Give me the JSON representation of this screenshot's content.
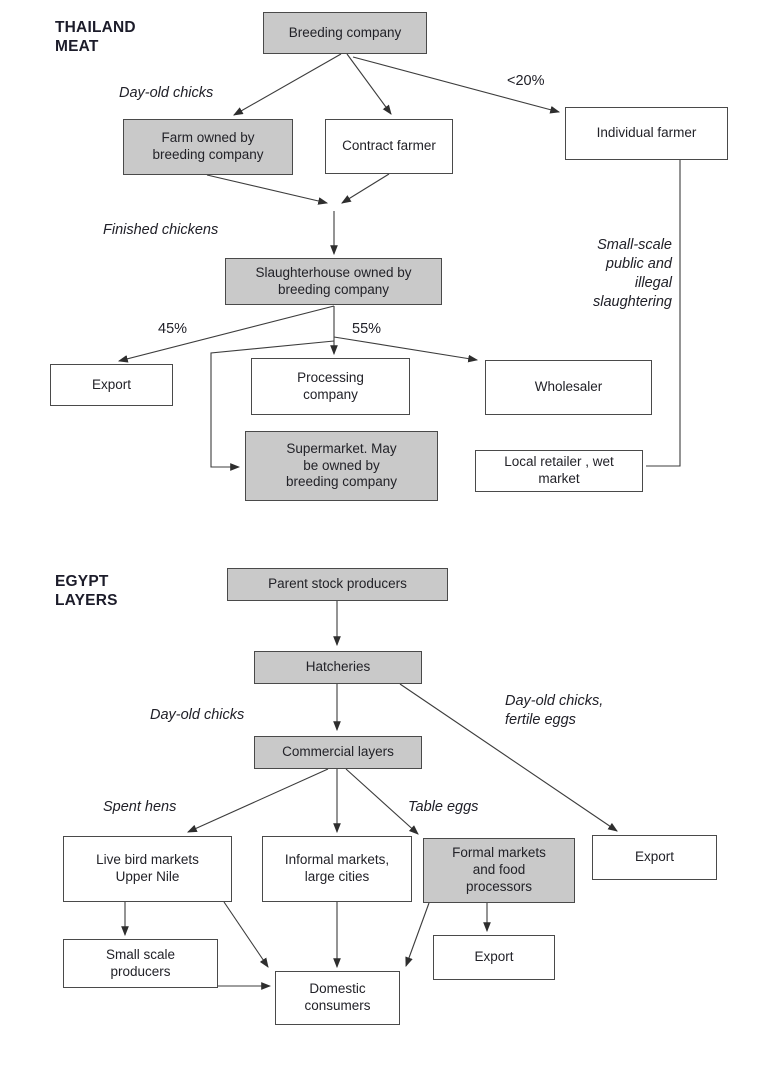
{
  "page": {
    "background": "#ffffff",
    "box_shaded_fill": "#c9c9c9",
    "box_plain_fill": "#ffffff",
    "box_border": "#4a4a4a",
    "line_color": "#3c3c3c",
    "text_color": "#222228"
  },
  "thailand": {
    "title": "THAILAND\nMEAT",
    "nodes": {
      "breeding_company": "Breeding company",
      "farm_owned": "Farm owned by\nbreeding company",
      "contract_farmer": "Contract farmer",
      "individual_farmer": "Individual farmer",
      "slaughterhouse": "Slaughterhouse owned by\nbreeding company",
      "export": "Export",
      "processing_company": "Processing\ncompany",
      "wholesaler": "Wholesaler",
      "supermarket": "Supermarket. May\nbe owned by\nbreeding company",
      "local_retailer": "Local retailer , wet\nmarket"
    },
    "labels": {
      "day_old_chicks": "Day-old chicks",
      "under_20_pct": "<20%",
      "finished_chickens": "Finished chickens",
      "pct_45": "45%",
      "pct_55": "55%",
      "small_scale_slaughtering": "Small-scale\npublic and\nillegal\nslaughtering"
    },
    "edges": [
      {
        "from": "Breeding company",
        "to": "Farm owned by breeding company",
        "label": "Day-old chicks"
      },
      {
        "from": "Breeding company",
        "to": "Contract farmer",
        "label": "Day-old chicks"
      },
      {
        "from": "Breeding company",
        "to": "Individual farmer",
        "label": "<20%"
      },
      {
        "from": "Farm owned by breeding company",
        "to": "Slaughterhouse owned by breeding company",
        "label": "Finished chickens"
      },
      {
        "from": "Contract farmer",
        "to": "Slaughterhouse owned by breeding company",
        "label": "Finished chickens"
      },
      {
        "from": "Slaughterhouse owned by breeding company",
        "to": "Export",
        "label": "45%"
      },
      {
        "from": "Slaughterhouse owned by breeding company",
        "to": "Processing company",
        "label": "55%"
      },
      {
        "from": "Slaughterhouse owned by breeding company",
        "to": "Wholesaler",
        "label": ""
      },
      {
        "from": "Slaughterhouse owned by breeding company",
        "to": "Supermarket. May be owned by breeding company",
        "label": ""
      },
      {
        "from": "Individual farmer",
        "to": "Local retailer , wet market",
        "label": "Small-scale public and illegal slaughtering"
      }
    ]
  },
  "egypt": {
    "title": "EGYPT\nLAYERS",
    "nodes": {
      "parent_stock": "Parent stock producers",
      "hatcheries": "Hatcheries",
      "commercial_layers": "Commercial layers",
      "live_bird_markets": "Live bird markets\nUpper Nile",
      "informal_markets": "Informal markets,\nlarge cities",
      "formal_markets": "Formal markets\nand food\nprocessors",
      "export_right": "Export",
      "export_mid": "Export",
      "small_scale_producers": "Small scale\nproducers",
      "domestic_consumers": "Domestic\nconsumers"
    },
    "labels": {
      "day_old_chicks": "Day-old chicks",
      "day_old_chicks_fertile_eggs": "Day-old chicks,\nfertile eggs",
      "spent_hens": "Spent hens",
      "table_eggs": "Table eggs"
    },
    "edges": [
      {
        "from": "Parent stock producers",
        "to": "Hatcheries",
        "label": ""
      },
      {
        "from": "Hatcheries",
        "to": "Commercial layers",
        "label": "Day-old chicks"
      },
      {
        "from": "Hatcheries",
        "to": "Export",
        "label": "Day-old chicks, fertile eggs"
      },
      {
        "from": "Commercial layers",
        "to": "Live bird markets Upper Nile",
        "label": "Spent hens"
      },
      {
        "from": "Commercial layers",
        "to": "Informal markets, large cities",
        "label": ""
      },
      {
        "from": "Commercial layers",
        "to": "Formal markets and food processors",
        "label": "Table eggs"
      },
      {
        "from": "Live bird markets Upper Nile",
        "to": "Small scale producers",
        "label": ""
      },
      {
        "from": "Live bird markets Upper Nile",
        "to": "Domestic consumers",
        "label": ""
      },
      {
        "from": "Informal markets, large cities",
        "to": "Domestic consumers",
        "label": ""
      },
      {
        "from": "Formal markets and food processors",
        "to": "Domestic consumers",
        "label": ""
      },
      {
        "from": "Formal markets and food processors",
        "to": "Export",
        "label": ""
      },
      {
        "from": "Small scale producers",
        "to": "Domestic consumers",
        "label": ""
      }
    ]
  }
}
